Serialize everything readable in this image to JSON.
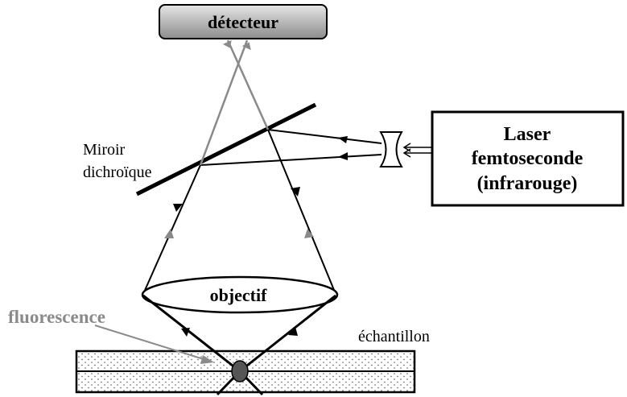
{
  "labels": {
    "detector": "détecteur",
    "laser_line1": "Laser",
    "laser_line2": "femtoseconde",
    "laser_line3": "(infrarouge)",
    "mirror_line1": "Miroir",
    "mirror_line2": "dichroïque",
    "objective": "objectif",
    "fluorescence": "fluorescence",
    "sample": "échantillon"
  },
  "colors": {
    "excitation_beam": "#000000",
    "fluorescence_beam": "#8a8a8a",
    "fluorescence_label": "#8a8a8a",
    "detector_fill_top": "#e6e6e6",
    "detector_fill_bottom": "#8c8c8c",
    "sample_dots": "#555555",
    "focal_spot": "#555555"
  }
}
